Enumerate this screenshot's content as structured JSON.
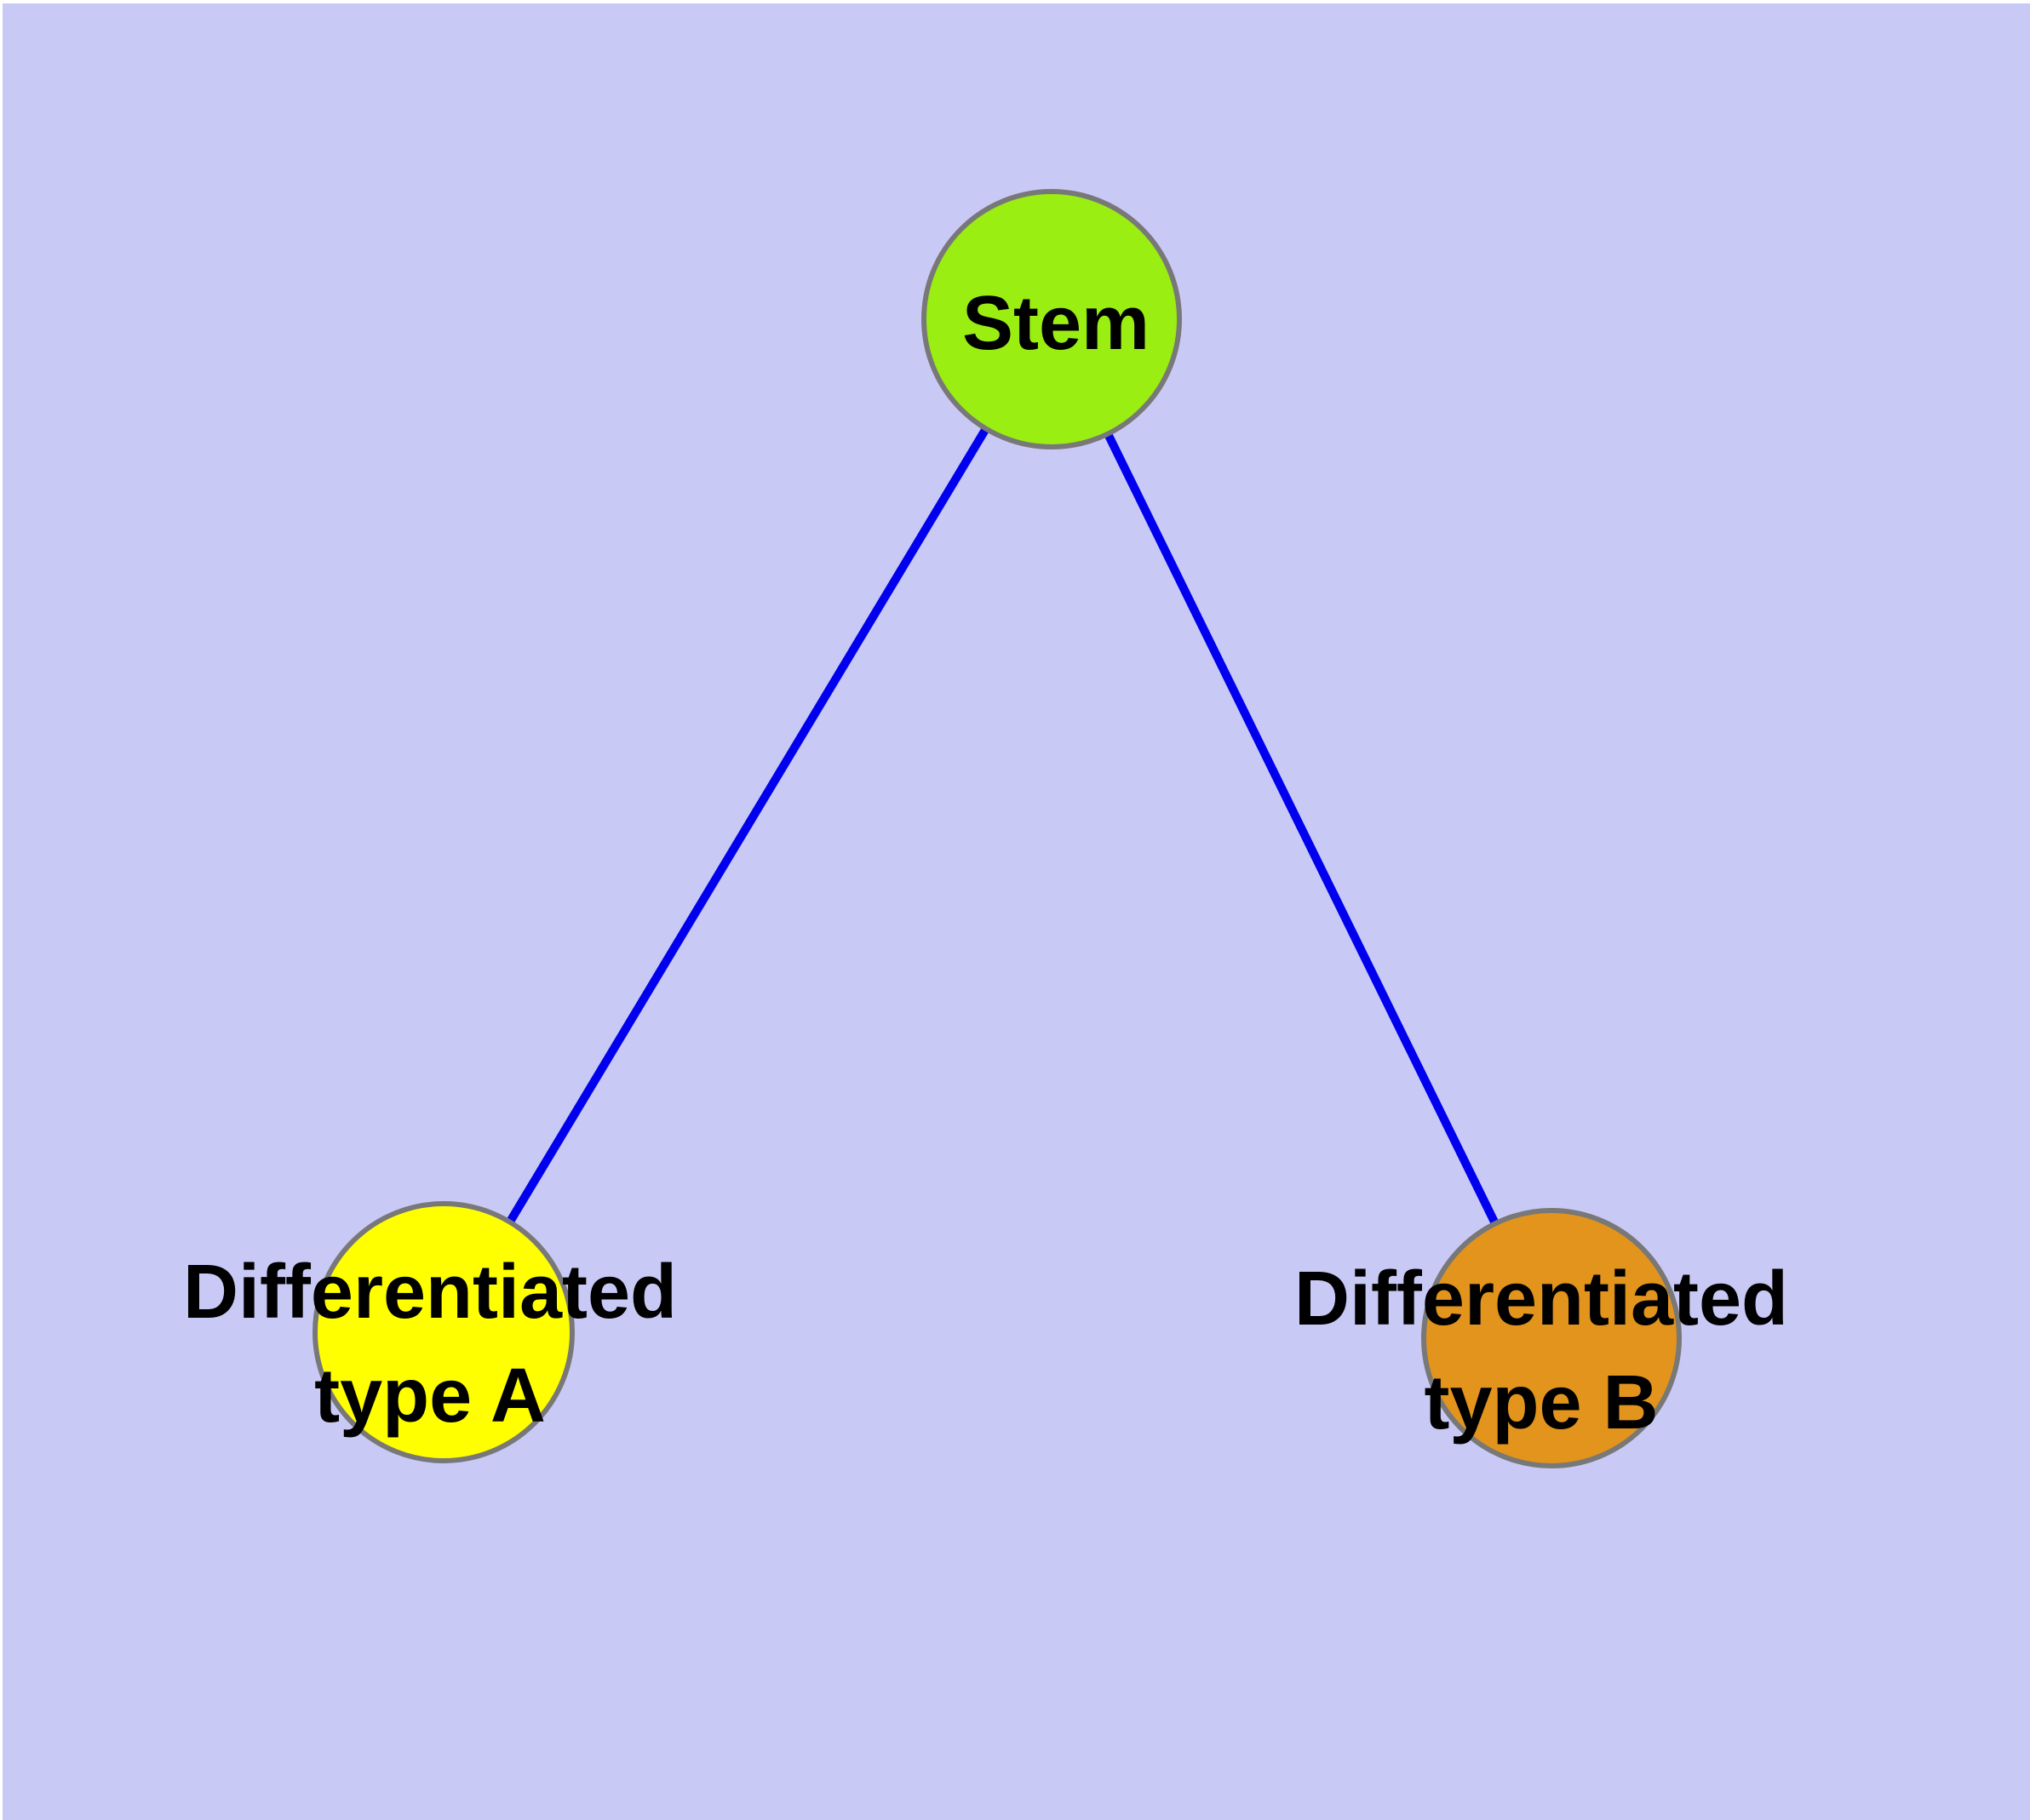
{
  "diagram": {
    "kind": "node-link-graph",
    "background_color": "#C9C9F6",
    "frame_color": "#FFFFFF",
    "edge_color": "#0000EE",
    "node_border_color": "#787878",
    "label_color": "#000000",
    "nodes": [
      {
        "id": "stem",
        "label": "Stem",
        "label_line1": "Stem",
        "label_line2": "",
        "fill": "#9AEE11"
      },
      {
        "id": "differentiated-type-a",
        "label": "Differentiated type A",
        "label_line1": "Differentiated",
        "label_line2": "type A",
        "fill": "#FFFF00"
      },
      {
        "id": "differentiated-type-b",
        "label": "Differentiated type B",
        "label_line1": "Differentiated",
        "label_line2": "type B",
        "fill": "#E2941C"
      }
    ],
    "edges": [
      {
        "from": "Stem",
        "to": "Differentiated type A"
      },
      {
        "from": "Stem",
        "to": "Differentiated type B"
      }
    ]
  }
}
